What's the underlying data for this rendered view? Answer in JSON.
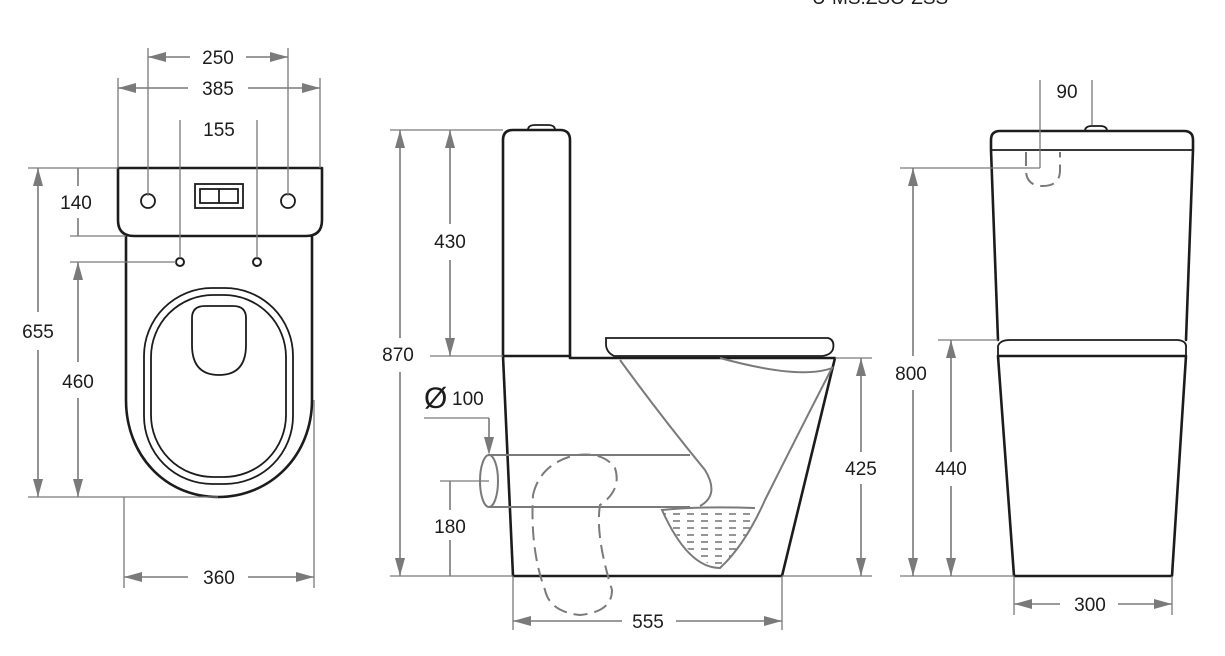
{
  "header": {
    "code_fragment": "U-MS.ZSO-ZSS"
  },
  "plan_view": {
    "dim_250": "250",
    "dim_385": "385",
    "dim_155": "155",
    "dim_140": "140",
    "dim_655": "655",
    "dim_460": "460",
    "dim_360": "360"
  },
  "side_view": {
    "dim_430": "430",
    "dim_870": "870",
    "dim_outlet_symbol": "Ø",
    "dim_outlet": "100",
    "dim_180": "180",
    "dim_425": "425",
    "dim_555": "555"
  },
  "end_view": {
    "dim_90": "90",
    "dim_800": "800",
    "dim_440": "440",
    "dim_300": "300"
  }
}
